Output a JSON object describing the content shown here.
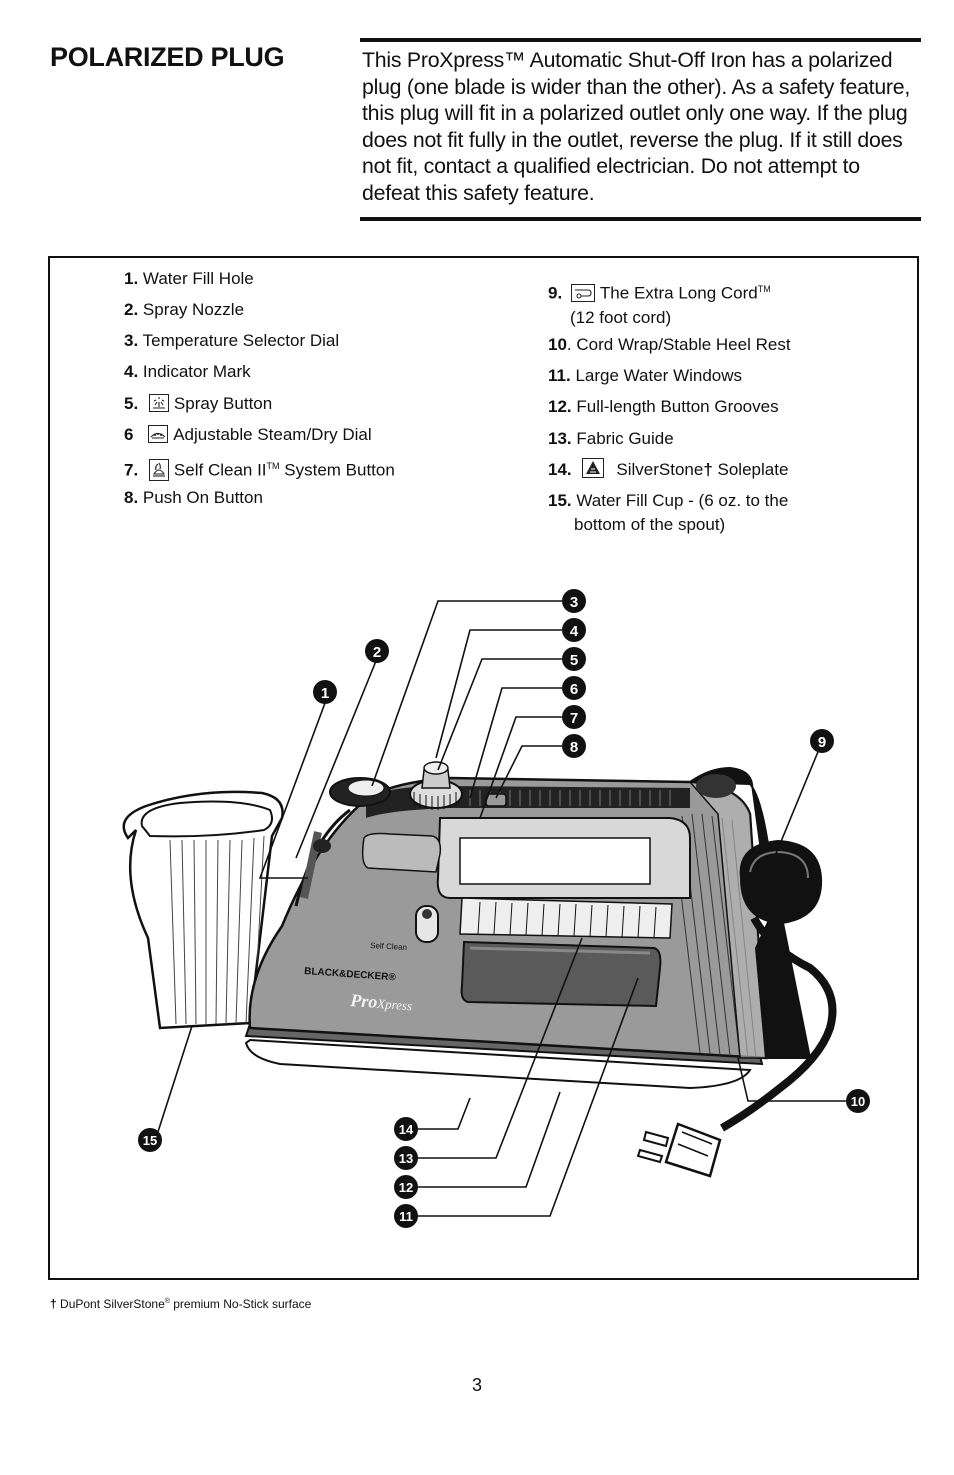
{
  "section_title": "POLARIZED PLUG",
  "intro_text": "This ProXpress™ Automatic Shut-Off Iron has a polarized plug (one blade is wider than the other). As a safety feature, this plug will fit in a polarized outlet only one way. If the plug does not fit fully in the outlet, reverse the plug. If it still does not fit, contact a qualified electrician. Do not attempt to defeat this safety feature.",
  "parts_left": [
    {
      "number": "1.",
      "label": "Water Fill Hole"
    },
    {
      "number": "2.",
      "label": "Spray Nozzle"
    },
    {
      "number": "3.",
      "label": "Temperature Selector  Dial"
    },
    {
      "number": "4.",
      "label": "Indicator Mark"
    },
    {
      "number": "5.",
      "label": "Spray Button",
      "icon": "spray-icon"
    },
    {
      "number": "6",
      "label": "Adjustable Steam/Dry Dial",
      "icon": "steam-icon"
    },
    {
      "number": "7.",
      "label": "Self Clean II",
      "suffix": " System Button",
      "trademark": "TM",
      "icon": "self-clean-icon"
    },
    {
      "number": "8.",
      "label": "Push On Button"
    }
  ],
  "parts_right": [
    {
      "number": "9.",
      "label": "The Extra Long Cord",
      "trademark": "TM",
      "continuation": "(12 foot cord)",
      "icon": "cord-icon"
    },
    {
      "number": "10",
      "label": ". Cord Wrap/Stable Heel Rest"
    },
    {
      "number": "11.",
      "label": "Large Water Windows"
    },
    {
      "number": "12.",
      "label": "Full-length Button Grooves"
    },
    {
      "number": "13.",
      "label": "Fabric Guide"
    },
    {
      "number": "14.",
      "label": "SilverStone",
      "dagger": "†",
      "suffix": " Soleplate",
      "icon": "soleplate-icon"
    },
    {
      "number": "15.",
      "label": "Water Fill Cup - (6 oz. to the",
      "continuation": "bottom of the spout)"
    }
  ],
  "callouts": [
    "1",
    "2",
    "3",
    "4",
    "5",
    "6",
    "7",
    "8",
    "9",
    "10",
    "11",
    "12",
    "13",
    "14",
    "15"
  ],
  "iron_labels": {
    "brand": "BLACK&DECKER",
    "registered": "®",
    "model_a": "Pro",
    "model_b": "Xpress",
    "self_clean": "Self Clean"
  },
  "footnote_dagger": "†",
  "footnote_text": " DuPont SilverStone",
  "footnote_reg": "®",
  "footnote_suffix": " premium No-Stick surface",
  "page_number": "3"
}
